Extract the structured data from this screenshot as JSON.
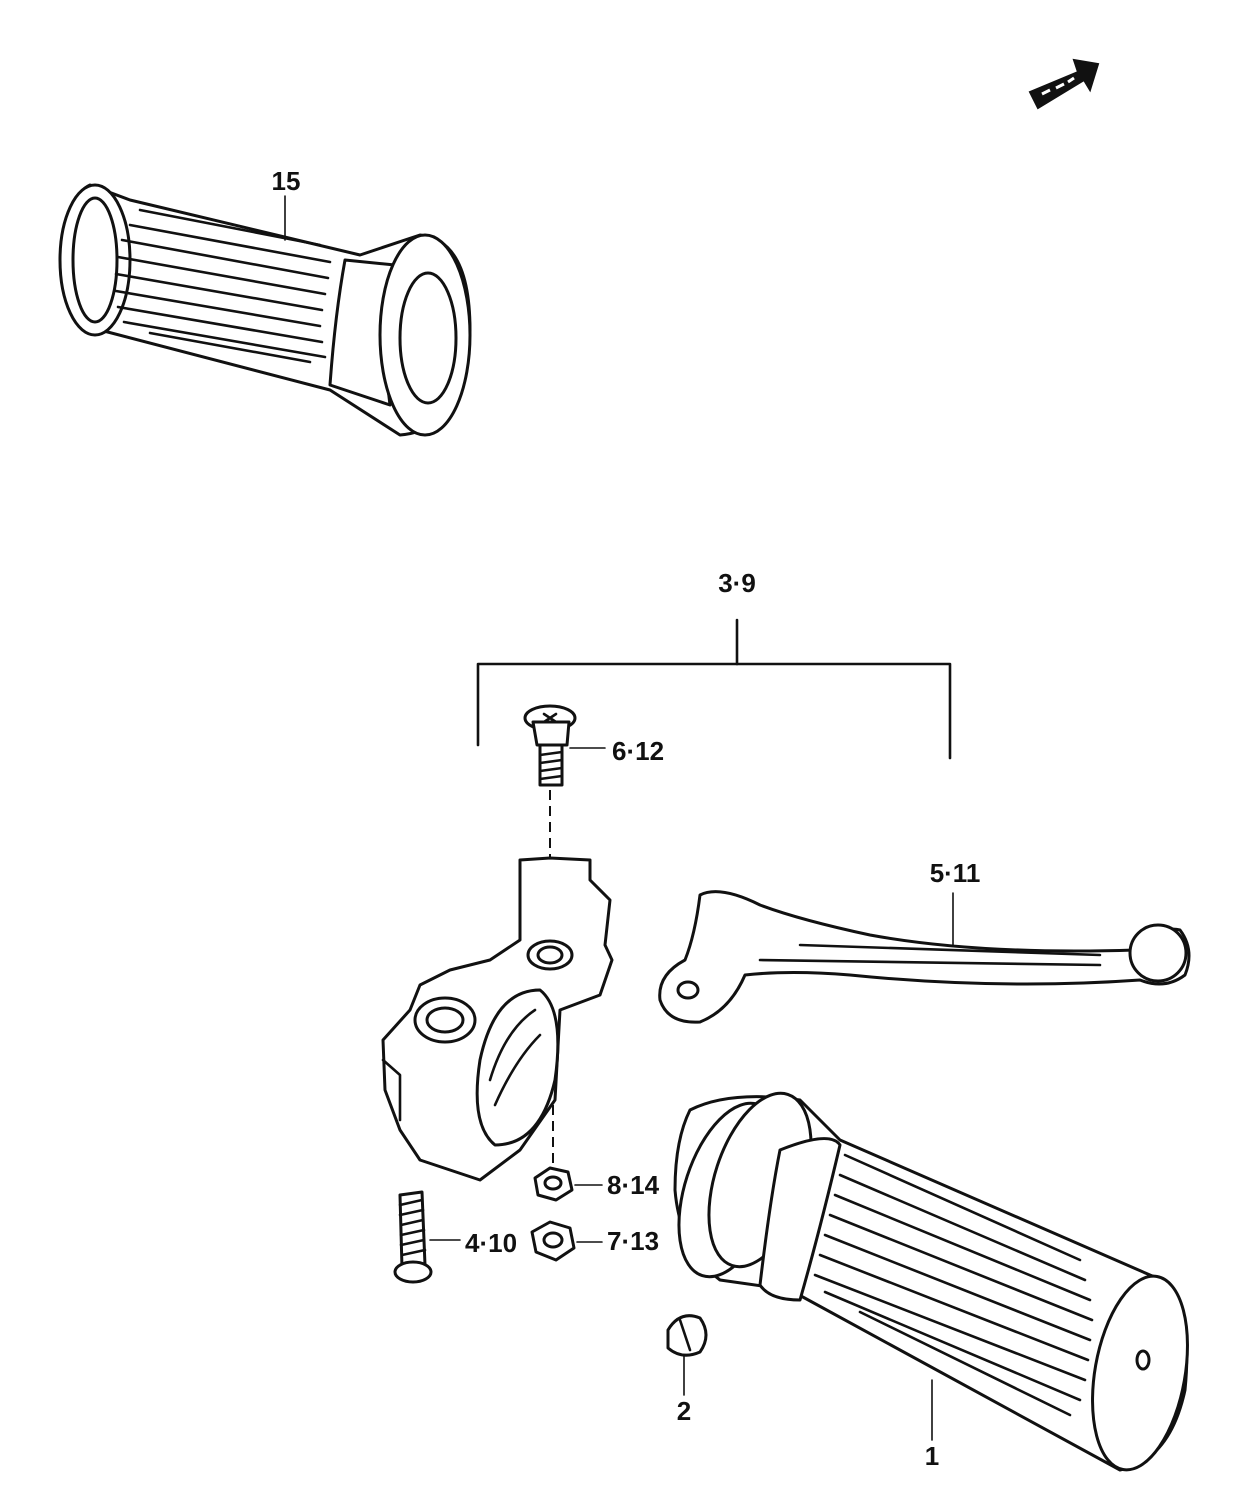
{
  "callouts": {
    "c15": "15",
    "c3_9": "3·9",
    "c6_12": "6·12",
    "c5_11": "5·11",
    "c8_14": "8·14",
    "c4_10": "4·10",
    "c7_13": "7·13",
    "c2": "2",
    "c1": "1"
  },
  "icons": {
    "direction_arrow": "front-direction-arrow-icon"
  },
  "colors": {
    "line": "#111111",
    "background": "#ffffff"
  }
}
